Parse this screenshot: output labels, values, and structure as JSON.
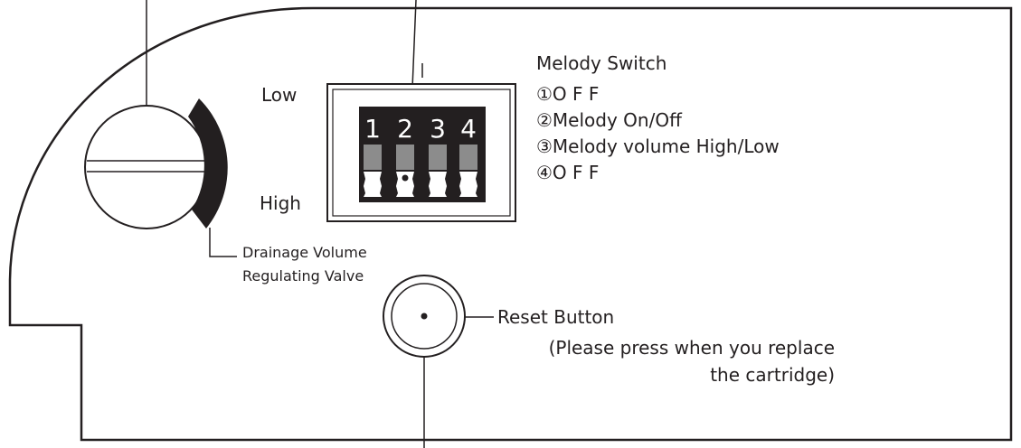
{
  "valve": {
    "low_label": "Low",
    "high_label": "High",
    "name_line1": "Drainage Volume",
    "name_line2": "Regulating Valve"
  },
  "dip_switch": {
    "numbers": [
      "1",
      "2",
      "3",
      "4"
    ]
  },
  "melody_switch": {
    "title": "Melody Switch",
    "items": [
      "①O F F",
      "②Melody On/Off",
      "③Melody volume High/Low",
      "④O F F"
    ]
  },
  "reset": {
    "label": "Reset Button",
    "note_line1": "(Please press when you replace",
    "note_line2": "the cartridge)"
  },
  "colors": {
    "ink": "#231f20",
    "switch_slot": "#8c8c8c"
  }
}
